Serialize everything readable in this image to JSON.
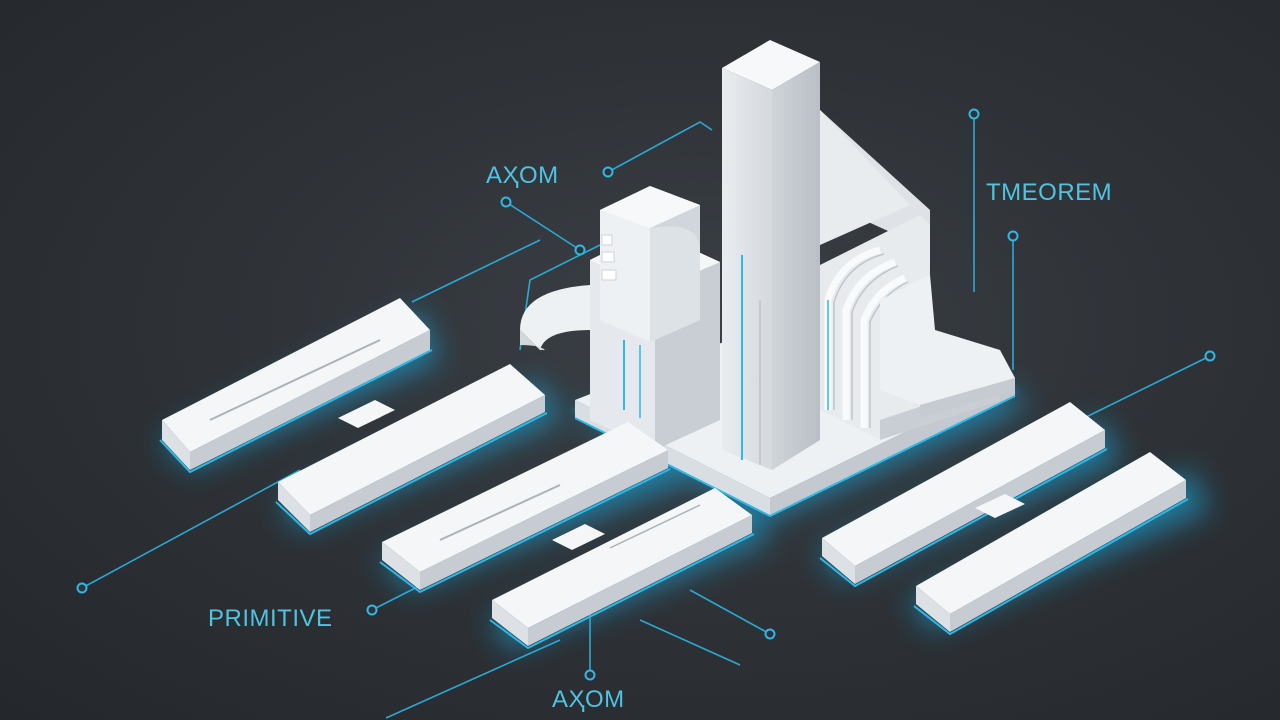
{
  "labels": {
    "axiom_top": "AҲOM",
    "theorem": "TMEOREM",
    "primitive": "PRIMITIVE",
    "axiom_bottom": "AҲOM"
  },
  "colors": {
    "background": "#2f3338",
    "accent": "#2fb8e6",
    "label_text": "#4fc3e0",
    "block_top": "#f4f6f8",
    "block_left": "#dfe3e7",
    "block_right": "#c9ced4"
  },
  "icons": [
    "connector-node-icon"
  ]
}
